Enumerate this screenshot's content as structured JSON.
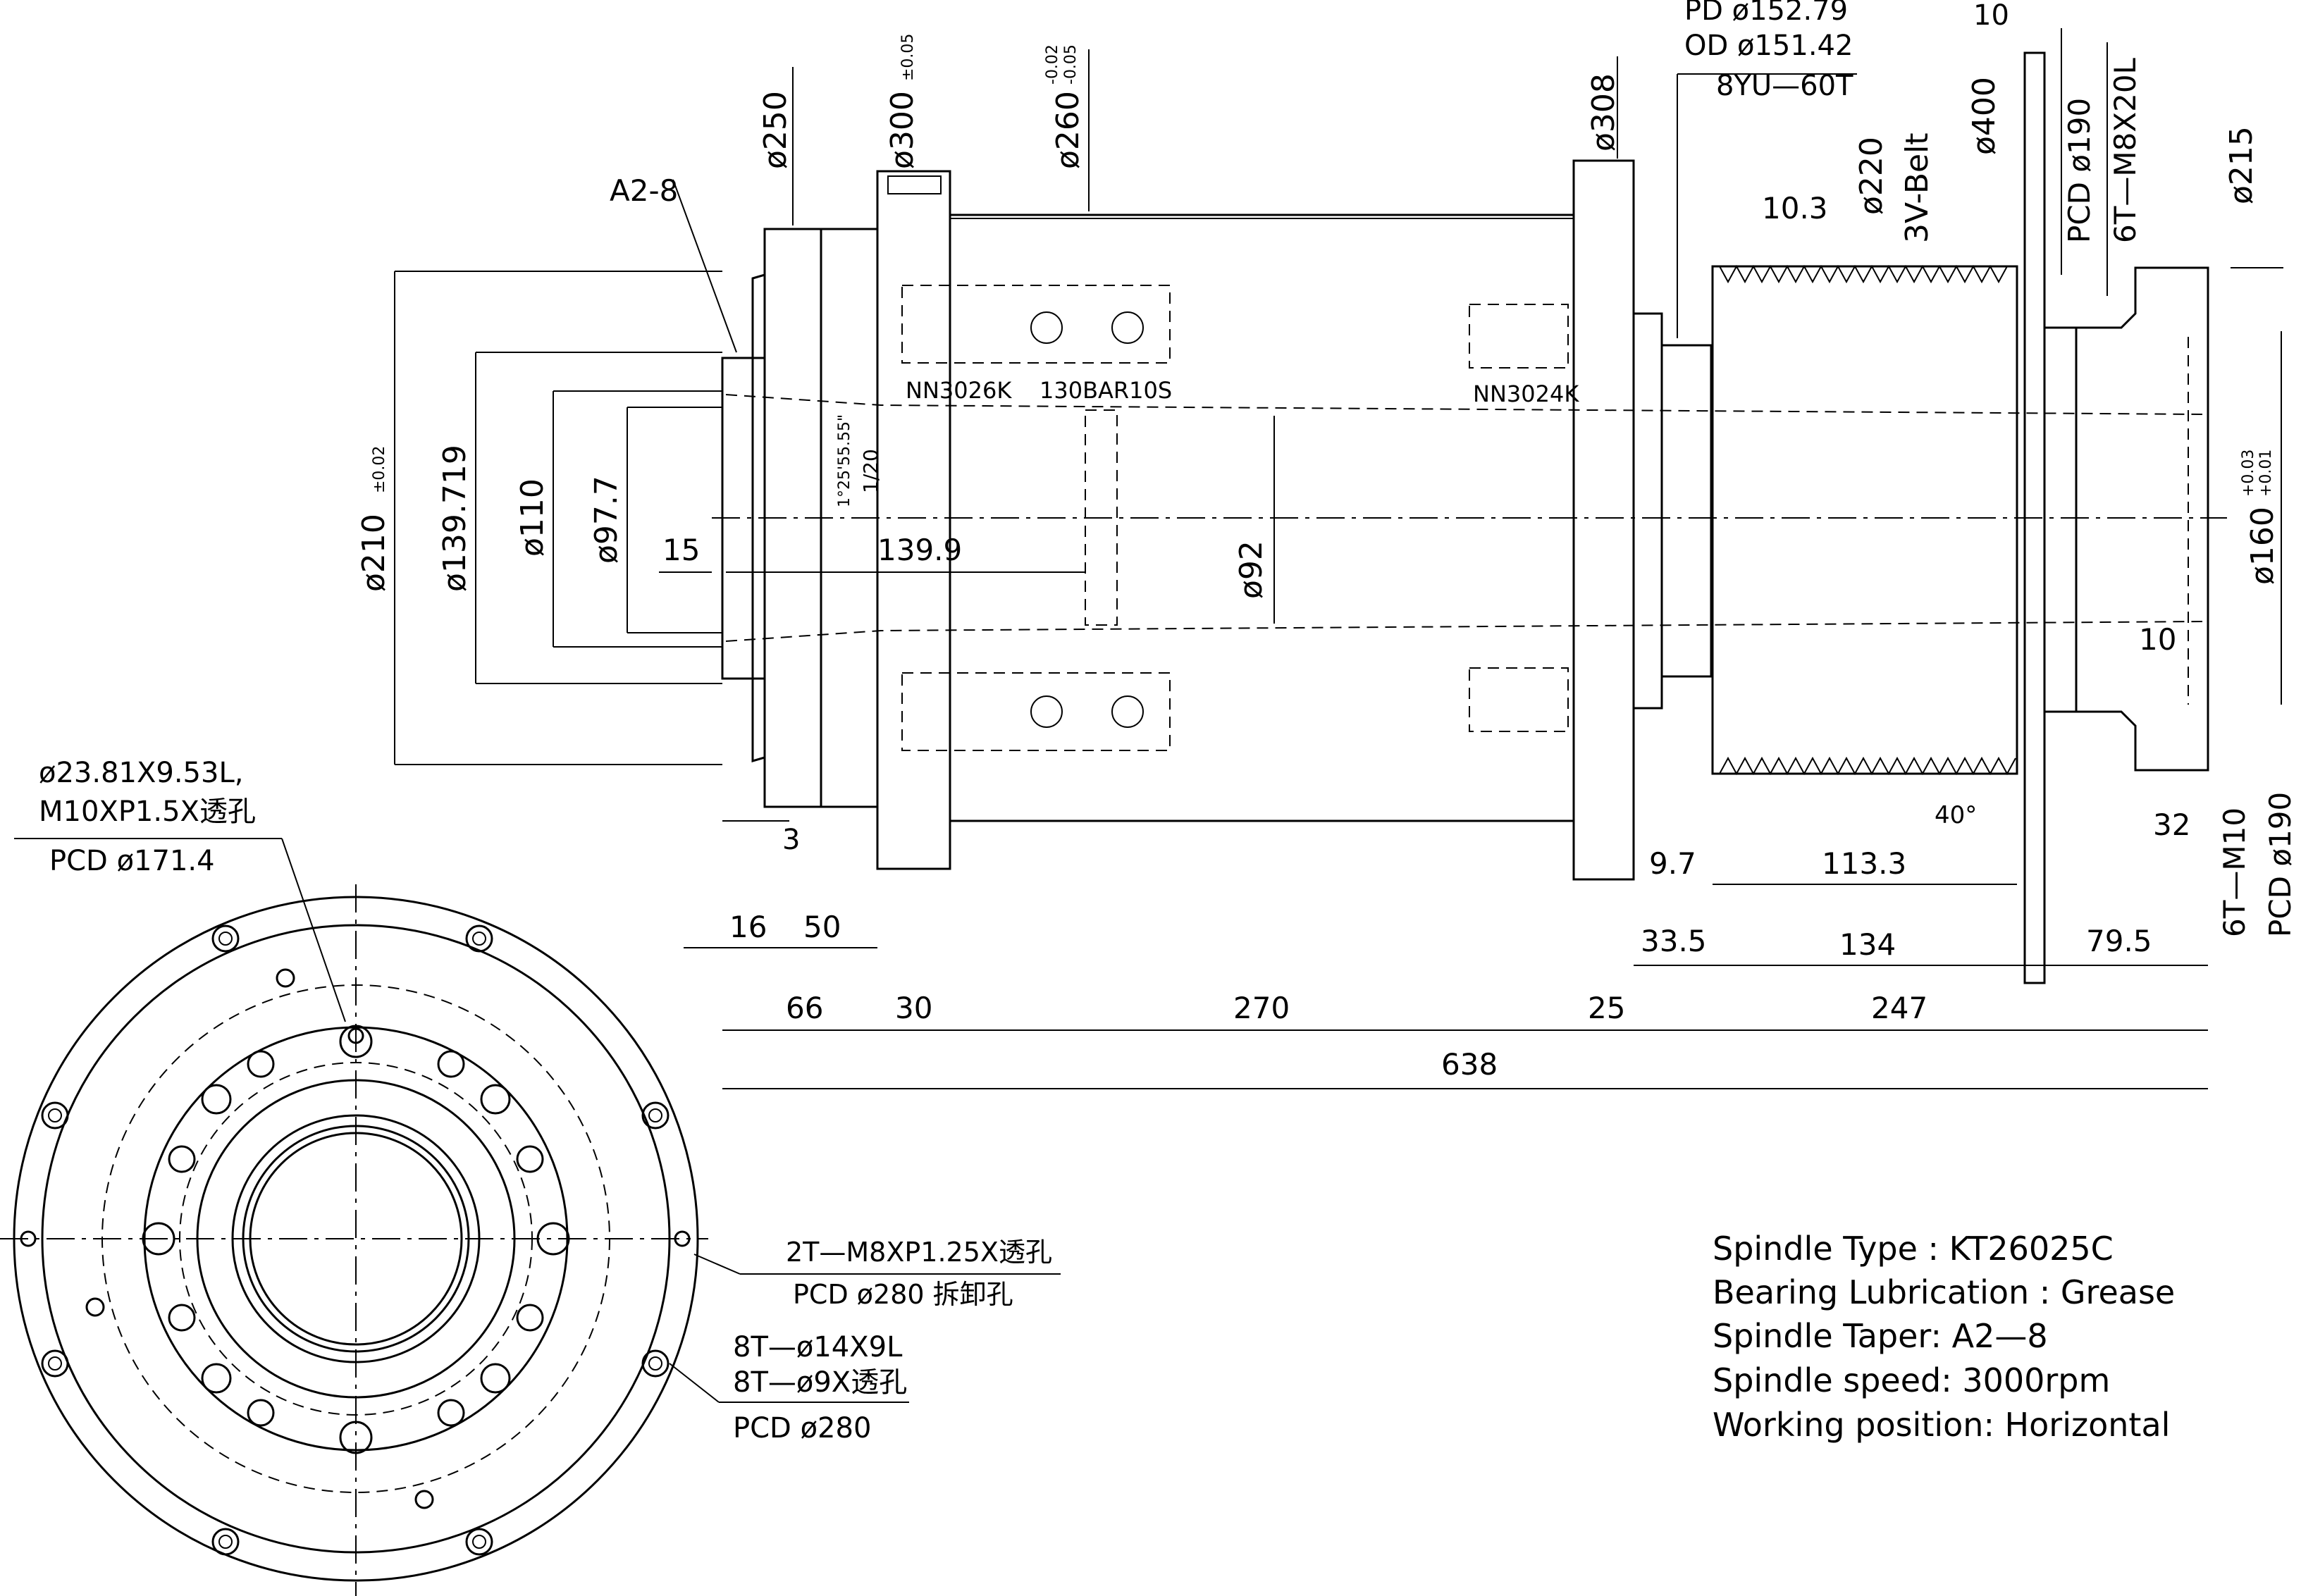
{
  "callouts": {
    "taper": "A2-8",
    "d250": "ø250",
    "d300": "ø300",
    "d300_tol": "±0.05",
    "d260": "ø260",
    "d260_tol_up": "-0.02",
    "d260_tol_low": "-0.05",
    "d308": "ø308",
    "pd": "PD  ø152.79",
    "od": "OD  ø151.42",
    "pulley": "8YU—60T",
    "d400": "ø400",
    "w10_top": "10",
    "pcd190_top": "PCD ø190",
    "m8_holes": "6T—M8X20L",
    "d215": "ø215",
    "d220": "ø220",
    "belt": "3V-Belt",
    "groove_pitch": "10.3",
    "bearing_front": "NN3026K",
    "bearing_mid": "130BAR10S",
    "bearing_rear": "NN3024K",
    "taper_angle": "1°25'55.55\"",
    "taper_ratio": "1/20",
    "d210": "ø210",
    "d210_tol": "±0.02",
    "d139": "ø139.719",
    "d110": "ø110",
    "d97": "ø97.7",
    "len15": "15",
    "len139": "139.9",
    "d92": "ø92",
    "d160": "ø160",
    "d160_tol_up": "+0.03",
    "d160_tol_low": "+0.01",
    "w10_right": "10",
    "angle40": "40°",
    "len32": "32",
    "m10_holes": "6T—M10",
    "pcd190_right": "PCD ø190",
    "len3": "3",
    "len97": "9.7",
    "len113": "113.3",
    "hole1_a": "ø23.81X9.53L,",
    "hole1_b": "M10XP1.5X透孔",
    "hole1_pcd": "PCD ø171.4",
    "hole2_a": "2T—M8XP1.25X透孔",
    "hole2_pcd": "PCD ø280  拆卸孔",
    "hole3_a": "8T—ø14X9L",
    "hole3_b": "8T—ø9X透孔",
    "hole3_pcd": "PCD ø280"
  },
  "dims": {
    "d16": "16",
    "d50": "50",
    "d33": "33.5",
    "d134": "134",
    "d79": "79.5",
    "d66": "66",
    "d30": "30",
    "d270": "270",
    "d25": "25",
    "d247": "247",
    "d638": "638"
  },
  "specs": {
    "type": "Spindle  Type  :  KT26025C",
    "lube": "Bearing  Lubrication  :  Grease",
    "taper": "Spindle  Taper:  A2—8",
    "speed": "Spindle  speed:  3000rpm",
    "position": "Working  position:  Horizontal"
  }
}
